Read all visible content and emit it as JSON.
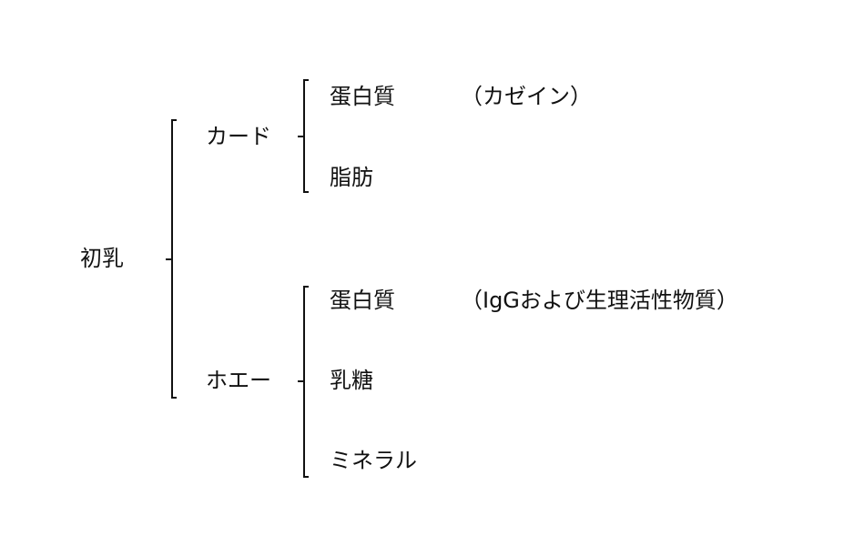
{
  "root": "初乳",
  "curd": {
    "label": "カード",
    "items": [
      {
        "name": "蛋白質",
        "note": "（カゼイン）"
      },
      {
        "name": "脂肪",
        "note": ""
      }
    ]
  },
  "whey": {
    "label": "ホエー",
    "items": [
      {
        "name": "蛋白質",
        "note": "（IgGおよび生理活性物質）"
      },
      {
        "name": "乳糖",
        "note": ""
      },
      {
        "name": "ミネラル",
        "note": ""
      }
    ]
  }
}
